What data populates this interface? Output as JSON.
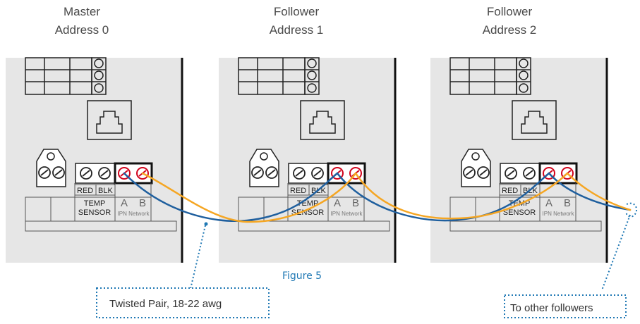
{
  "devices": [
    {
      "role": "Master",
      "address": "Address 0",
      "labels": {
        "red": "RED",
        "blk": "BLK",
        "temp": "TEMP",
        "sensor": "SENSOR",
        "a": "A",
        "b": "B",
        "network": "IPN Network"
      }
    },
    {
      "role": "Follower",
      "address": "Address 1",
      "labels": {
        "red": "RED",
        "blk": "BLK",
        "temp": "TEMP",
        "sensor": "SENSOR",
        "a": "A",
        "b": "B",
        "network": "IPN Network"
      }
    },
    {
      "role": "Follower",
      "address": "Address 2",
      "labels": {
        "red": "RED",
        "blk": "BLK",
        "temp": "TEMP",
        "sensor": "SENSOR",
        "a": "A",
        "b": "B",
        "network": "IPN Network"
      }
    }
  ],
  "figure_caption": "Figure 5",
  "callouts": {
    "cable": "Twisted Pair, 18-22 awg",
    "other": "To other followers"
  },
  "colors": {
    "panel": "#e6e6e6",
    "wire_blue": "#1f5f9e",
    "wire_orange": "#f5a623",
    "terminal_red": "#d0021b",
    "callout_border": "#1f78b4",
    "caption": "#1f78b4"
  }
}
